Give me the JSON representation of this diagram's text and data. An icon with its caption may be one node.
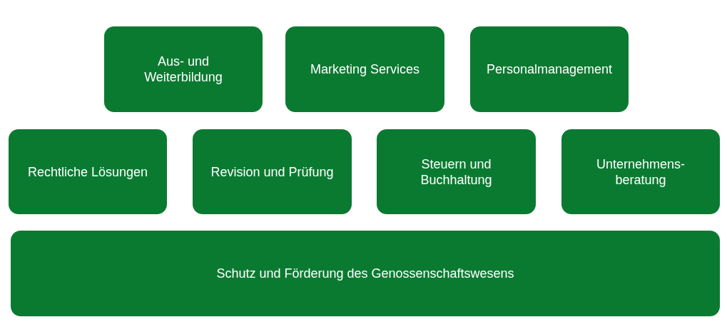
{
  "diagram": {
    "nodes": [
      {
        "text": [
          "Aus- und Weiterbildung"
        ]
      },
      {
        "text": [
          "Marketing Services"
        ]
      },
      {
        "text": [
          "Personalmanagement"
        ]
      },
      {
        "text": [
          "Rechtliche Lösungen"
        ]
      },
      {
        "text": [
          "Revision und Prüfung"
        ]
      },
      {
        "text": [
          "Steuern und Buchhaltung"
        ]
      },
      {
        "text": [
          "Unternehmens- beratung"
        ]
      },
      {
        "text": [
          "Schutz und Förderung des Genossenschaftswesens"
        ]
      }
    ]
  }
}
